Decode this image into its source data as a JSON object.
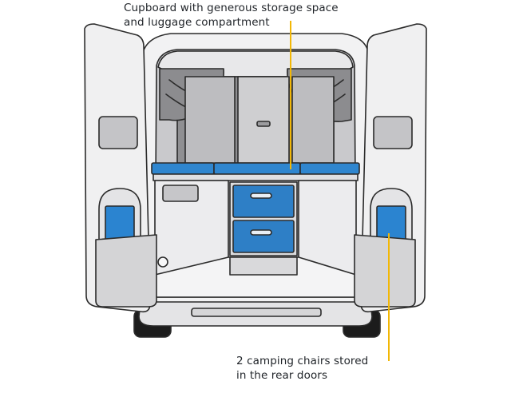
{
  "annotations": {
    "top": {
      "line1": "Cupboard with generous storage space",
      "line2": "and luggage compartment"
    },
    "bottom": {
      "line1": "2 camping chairs stored",
      "line2": "in the rear doors"
    }
  },
  "colors": {
    "van_body": "#f2f2f3",
    "outline": "#2b2b2b",
    "cushion_blue": "#2f86cf",
    "drawer_blue": "#2e7fc6",
    "chair_blue": "#2b84d0",
    "dark_interior": "#9a9a9c",
    "cupboard_grey": "#c8c8ca",
    "leader_line": "#f2b705",
    "tyre": "#1c1c1c"
  },
  "icons": [
    "van-rear-illustration",
    "drawer-handle-icon",
    "camping-chair-icon"
  ]
}
